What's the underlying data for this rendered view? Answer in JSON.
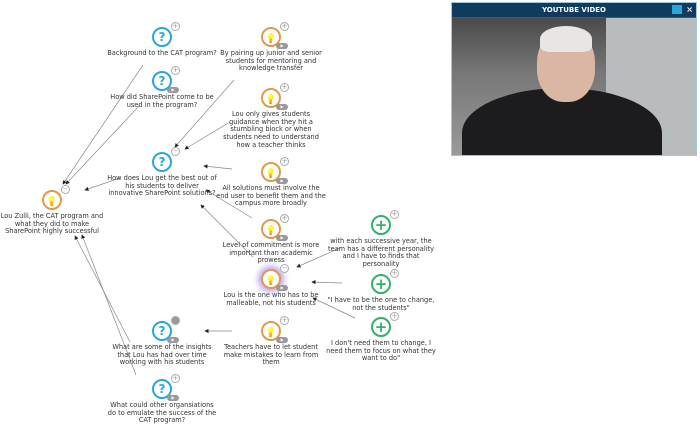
{
  "video": {
    "title": "YOUTUBE VIDEO",
    "popout_icon": "popout-icon",
    "close_label": "×"
  },
  "nodes": [
    {
      "type": "question",
      "text": "Background to the CAT program?"
    },
    {
      "type": "question",
      "text": "How did SharePoint come to be used in the program?"
    },
    {
      "type": "idea",
      "text": "By pairing up junior and senior students for mentoring and knowledge transfer"
    },
    {
      "type": "idea",
      "text": "Lou only gives students guidance when they hit a stumbling block or when students need to understand how a teacher thinks"
    },
    {
      "type": "question",
      "text": "How does Lou get the best out of his students to deliver innovative SharePoint solutions?"
    },
    {
      "type": "idea",
      "text": "All solutions must involve the end user to benefit them and the campus more broadly"
    },
    {
      "type": "idea",
      "text": "Lou Zulli, the CAT program and what they did to make SharePoint highly successful"
    },
    {
      "type": "idea",
      "text": "Level of commitment is more important than academic prowess"
    },
    {
      "type": "idea",
      "text": "Lou is the one who has to be malleable, not his students"
    },
    {
      "type": "question",
      "text": "What are some of the insights that Lou has had over time working with his students"
    },
    {
      "type": "idea",
      "text": "Teachers have to let student make mistakes to learn from them"
    },
    {
      "type": "question",
      "text": "What could other organsiations do to emulate the success of the CAT program?"
    },
    {
      "type": "pro",
      "text": "with each successive year, the team has a different personality and I have to finds that personality"
    },
    {
      "type": "pro",
      "text": "\"I have to be the one to change, not the students\""
    },
    {
      "type": "pro",
      "text": "I don't need them to change, I need them to focus on what they want to do\""
    }
  ],
  "glyphs": {
    "question": "?",
    "idea": "💡",
    "pro": "+",
    "expand": "+",
    "collapse": "−",
    "play": "▶"
  }
}
